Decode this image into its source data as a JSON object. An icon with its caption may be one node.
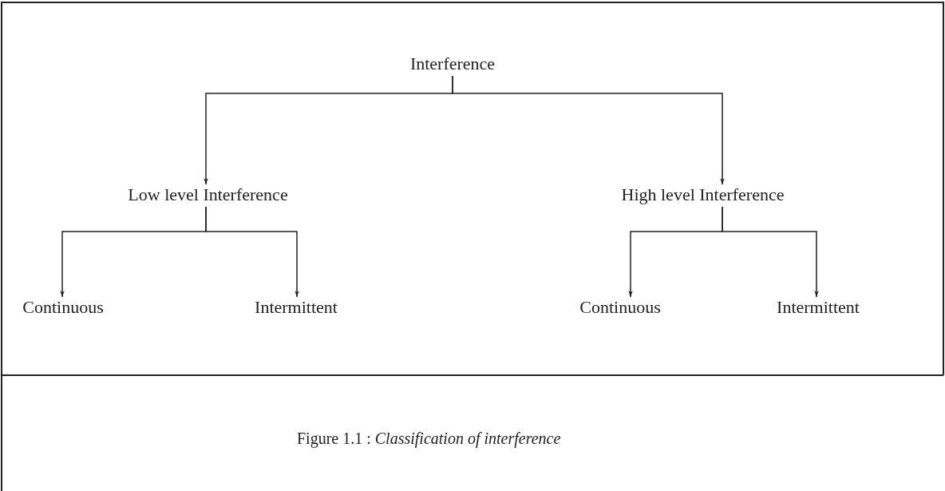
{
  "diagram": {
    "caption": "Figure 1.1 :  *Classification of interference*",
    "nodes": [
      {
        "text": [
          "Interference"
        ]
      },
      {
        "text": [
          "Low  level Interference"
        ]
      },
      {
        "text": [
          "High level Interference"
        ]
      },
      {
        "text": [
          "Continuous"
        ]
      },
      {
        "text": [
          "Intermittent"
        ]
      },
      {
        "text": [
          "Continuous"
        ]
      },
      {
        "text": [
          "Intermittent"
        ]
      }
    ],
    "edges": [
      {
        "from": 0,
        "to": 1,
        "arrow": "to"
      },
      {
        "from": 0,
        "to": 2,
        "arrow": "to"
      },
      {
        "from": 1,
        "to": 3,
        "arrow": "to"
      },
      {
        "from": 1,
        "to": 4,
        "arrow": "to"
      },
      {
        "from": 2,
        "to": 5,
        "arrow": "to"
      },
      {
        "from": 2,
        "to": 6,
        "arrow": "to"
      }
    ]
  }
}
